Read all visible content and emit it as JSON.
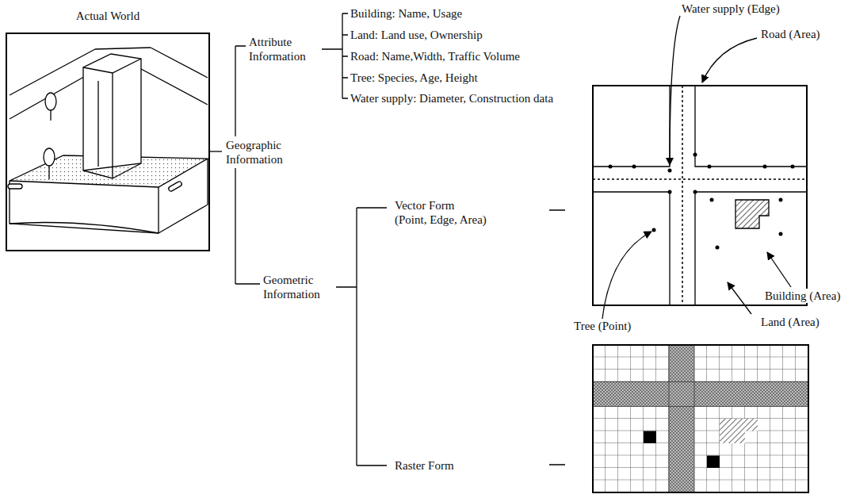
{
  "diagram": {
    "nodes": [
      {
        "text": [
          "Actual World"
        ]
      }
    ],
    "edges": [],
    "labels": [
      "Geographic Information",
      "Attribute Information",
      "Building: Name, Usage",
      "Land: Land use, Ownership",
      "Road: Name,Width, Traffic Volume",
      "Tree: Species, Age, Height",
      "Water supply: Diameter, Construction data",
      "Geometric Information",
      "Vector Form (Point, Edge, Area)",
      "Raster Form",
      "Water supply (Edge)",
      "Road (Area)",
      "Tree (Point)",
      "Building (Area)",
      "Land (Area)"
    ]
  }
}
